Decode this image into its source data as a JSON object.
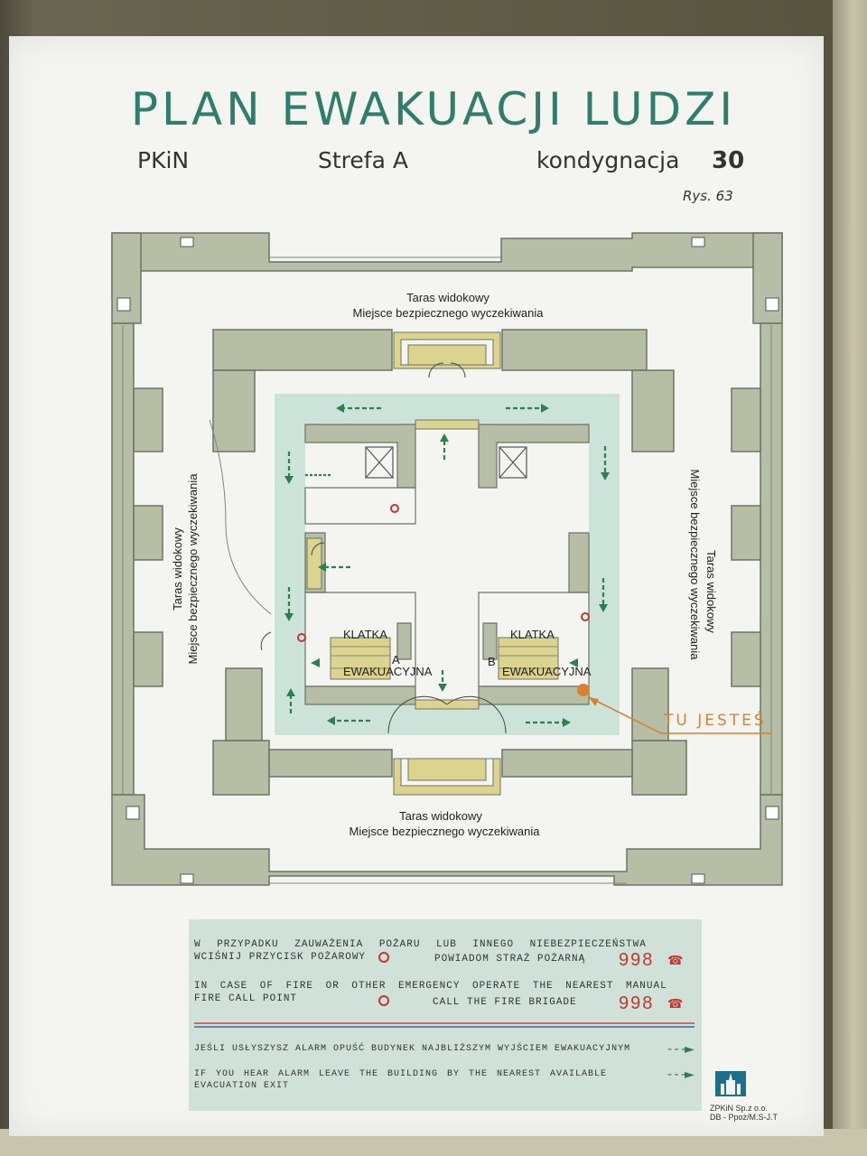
{
  "header": {
    "title": "PLAN EWAKUACJI LUDZI",
    "building": "PKiN",
    "zone": "Strefa A",
    "floor_label": "kondygnacja",
    "floor_number": "30",
    "figure": "Rys. 63"
  },
  "plan": {
    "labels": {
      "terrace_top_1": "Taras widokowy",
      "terrace_top_2": "Miejsce bezpiecznego wyczekiwania",
      "terrace_bottom_1": "Taras widokowy",
      "terrace_bottom_2": "Miejsce bezpiecznego wyczekiwania",
      "terrace_left_1": "Taras widokowy",
      "terrace_left_2": "Miejsce bezpiecznego wyczekiwania",
      "terrace_right_1": "Taras widokowy",
      "terrace_right_2": "Miejsce bezpiecznego wyczekiwania",
      "stair_a_letter": "A",
      "stair_b_letter": "B",
      "stair_a_1": "KLATKA",
      "stair_a_2": "EWAKUACYJNA",
      "stair_b_1": "KLATKA",
      "stair_b_2": "EWAKUACYJNA",
      "you_are_here": "TU JESTEŚ"
    },
    "colors": {
      "wall": "#b6bea5",
      "wall_stroke": "#6c7566",
      "route": "#c9e2d8",
      "arrow": "#2d7f4b",
      "alarm": "#c4372d",
      "marker": "#d8822f",
      "stairs": "#dcd38e"
    }
  },
  "info": {
    "pl_line1": "W PRZYPADKU ZAUWAŻENIA POŻARU LUB INNEGO NIEBEZPIECZEŃSTWA",
    "pl_line2a": "WCIŚNIJ PRZYCISK POŻAROWY",
    "pl_line2b": "POWIADOM STRAŻ POŻARNĄ",
    "pl_number": "998",
    "en_line1": "IN CASE OF FIRE OR OTHER EMERGENCY OPERATE THE NEAREST MANUAL",
    "en_line2a": "FIRE CALL POINT",
    "en_line2b": "CALL THE FIRE BRIGADE",
    "en_number": "998",
    "pl_alarm": "JEŚLI USŁYSZYSZ ALARM OPUŚĆ BUDYNEK NAJBLIŻSZYM WYJŚCIEM EWAKUACYJNYM",
    "en_alarm_1": "IF YOU HEAR ALARM LEAVE THE BUILDING BY THE NEAREST AVAILABLE",
    "en_alarm_2": "EVACUATION EXIT",
    "icons": [
      "alarm-button-icon",
      "phone-icon",
      "exit-arrow-icon"
    ]
  },
  "footer": {
    "org_1": "ZPKiN Sp.z o.o.",
    "org_2": "DB - Ppoż/M.S-J.T"
  }
}
